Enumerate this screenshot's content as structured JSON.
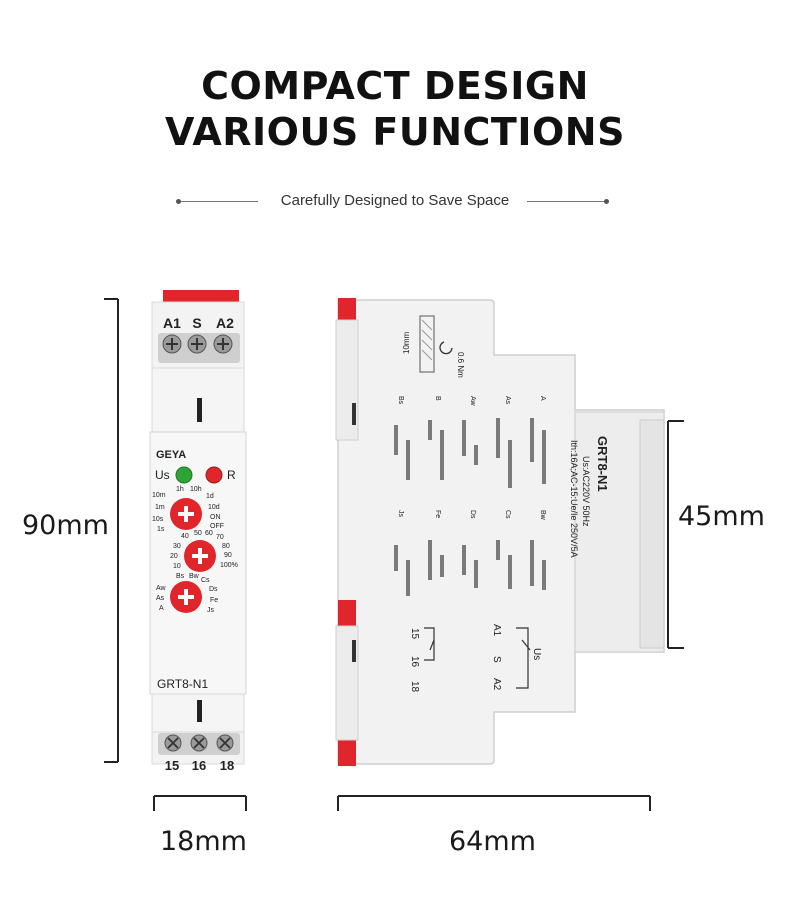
{
  "headline": {
    "line1": "COMPACT DESIGN",
    "line2": "VARIOUS FUNCTIONS"
  },
  "subtitle": "Carefully Designed to Save Space",
  "dimensions": {
    "height": "90mm",
    "front_width": "18mm",
    "side_depth": "64mm",
    "front_height": "45mm"
  },
  "device_front": {
    "brand": "GEYA",
    "model": "GRT8-N1",
    "top_terminals": [
      "A1",
      "S",
      "A2"
    ],
    "bottom_terminals": [
      "15",
      "16",
      "18"
    ],
    "indicator_labels": [
      "Us",
      "R"
    ],
    "dial_time_left": [
      "10m",
      "1m",
      "10s",
      "1s"
    ],
    "dial_time_top": [
      "1h",
      "10h"
    ],
    "dial_time_right": [
      "1d",
      "10d",
      "ON",
      "OFF"
    ],
    "dial_pct_left": [
      "30",
      "20",
      "10"
    ],
    "dial_pct_top": [
      "40",
      "50",
      "60",
      "70"
    ],
    "dial_pct_right": [
      "80",
      "90",
      "100%"
    ],
    "dial_func_left": [
      "Aw",
      "As",
      "A"
    ],
    "dial_func_top": [
      "Bs",
      "Bw",
      "Cs"
    ],
    "dial_func_right": [
      "Ds",
      "Fe",
      "Js"
    ]
  },
  "device_side": {
    "model": "GRT8-N1",
    "spec_line1": "Us:AC220V 50Hz",
    "spec_line2": "Ith:16A;AC-15:Ue/Ie 250V/5A",
    "torque": "0.6 Nm",
    "strip_length": "10mm",
    "chart_row1": [
      "Bs",
      "B",
      "Aw",
      "As",
      "A"
    ],
    "chart_row2": [
      "Js",
      "Fe",
      "Ds",
      "Cs",
      "Bw"
    ],
    "terminal_col_left": [
      "15",
      "16",
      "18"
    ],
    "terminal_col_right": [
      "A1",
      "S",
      "A2"
    ],
    "terminal_us": "Us"
  },
  "colors": {
    "accent_red": "#e0262b",
    "led_green": "#2fa335",
    "led_red": "#e0262b",
    "device_body": "#f2f2f2",
    "device_shadow": "#d8d8d8"
  }
}
